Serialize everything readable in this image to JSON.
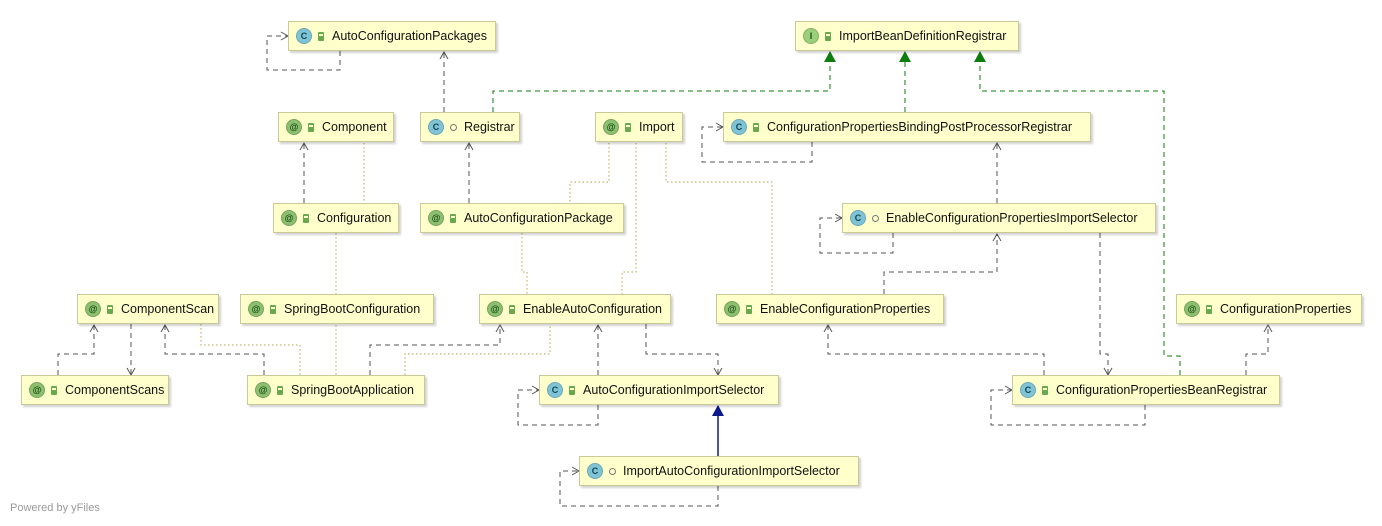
{
  "footer": "Powered by yFiles",
  "colors": {
    "edge": "#555555",
    "realization": "#2a8a2a",
    "inheritance": "#0a1a8a",
    "annotation_link": "#c8b46a",
    "node_fill": "#ffffcc"
  },
  "nodes": [
    {
      "id": "AutoConfigurationPackages",
      "label": "AutoConfigurationPackages",
      "kind": "class",
      "icon": "C",
      "modifier": "lock"
    },
    {
      "id": "ImportBeanDefinitionRegistrar",
      "label": "ImportBeanDefinitionRegistrar",
      "kind": "interface",
      "icon": "I",
      "modifier": "lock"
    },
    {
      "id": "Component",
      "label": "Component",
      "kind": "annotation",
      "icon": "@",
      "modifier": "lock"
    },
    {
      "id": "Registrar",
      "label": "Registrar",
      "kind": "class",
      "icon": "C",
      "modifier": "circ"
    },
    {
      "id": "Import",
      "label": "Import",
      "kind": "annotation",
      "icon": "@",
      "modifier": "lock"
    },
    {
      "id": "ConfigurationPropertiesBindingPostProcessorRegistrar",
      "label": "ConfigurationPropertiesBindingPostProcessorRegistrar",
      "kind": "class",
      "icon": "C",
      "modifier": "lock"
    },
    {
      "id": "Configuration",
      "label": "Configuration",
      "kind": "annotation",
      "icon": "@",
      "modifier": "lock"
    },
    {
      "id": "AutoConfigurationPackage",
      "label": "AutoConfigurationPackage",
      "kind": "annotation",
      "icon": "@",
      "modifier": "lock"
    },
    {
      "id": "EnableConfigurationPropertiesImportSelector",
      "label": "EnableConfigurationPropertiesImportSelector",
      "kind": "class",
      "icon": "C",
      "modifier": "circ"
    },
    {
      "id": "ComponentScan",
      "label": "ComponentScan",
      "kind": "annotation",
      "icon": "@",
      "modifier": "lock"
    },
    {
      "id": "SpringBootConfiguration",
      "label": "SpringBootConfiguration",
      "kind": "annotation",
      "icon": "@",
      "modifier": "lock"
    },
    {
      "id": "EnableAutoConfiguration",
      "label": "EnableAutoConfiguration",
      "kind": "annotation",
      "icon": "@",
      "modifier": "lock"
    },
    {
      "id": "EnableConfigurationProperties",
      "label": "EnableConfigurationProperties",
      "kind": "annotation",
      "icon": "@",
      "modifier": "lock"
    },
    {
      "id": "ConfigurationProperties",
      "label": "ConfigurationProperties",
      "kind": "annotation",
      "icon": "@",
      "modifier": "lock"
    },
    {
      "id": "ComponentScans",
      "label": "ComponentScans",
      "kind": "annotation",
      "icon": "@",
      "modifier": "lock"
    },
    {
      "id": "SpringBootApplication",
      "label": "SpringBootApplication",
      "kind": "annotation",
      "icon": "@",
      "modifier": "lock"
    },
    {
      "id": "AutoConfigurationImportSelector",
      "label": "AutoConfigurationImportSelector",
      "kind": "class",
      "icon": "C",
      "modifier": "lock"
    },
    {
      "id": "ConfigurationPropertiesBeanRegistrar",
      "label": "ConfigurationPropertiesBeanRegistrar",
      "kind": "class",
      "icon": "C",
      "modifier": "lock"
    },
    {
      "id": "ImportAutoConfigurationImportSelector",
      "label": "ImportAutoConfigurationImportSelector",
      "kind": "class",
      "icon": "C",
      "modifier": "circ"
    }
  ],
  "edges": [
    {
      "from": "Registrar",
      "to": "AutoConfigurationPackages",
      "type": "nested"
    },
    {
      "from": "Registrar",
      "to": "ImportBeanDefinitionRegistrar",
      "type": "realization"
    },
    {
      "from": "ConfigurationPropertiesBindingPostProcessorRegistrar",
      "to": "ImportBeanDefinitionRegistrar",
      "type": "realization"
    },
    {
      "from": "ConfigurationPropertiesBeanRegistrar",
      "to": "ImportBeanDefinitionRegistrar",
      "type": "realization"
    },
    {
      "from": "Configuration",
      "to": "Component",
      "type": "nested"
    },
    {
      "from": "AutoConfigurationPackage",
      "to": "Registrar",
      "type": "nested"
    },
    {
      "from": "EnableConfigurationPropertiesImportSelector",
      "to": "ConfigurationPropertiesBindingPostProcessorRegistrar",
      "type": "nested"
    },
    {
      "from": "EnableConfigurationProperties",
      "to": "EnableConfigurationPropertiesImportSelector",
      "type": "nested"
    },
    {
      "from": "EnableConfigurationPropertiesImportSelector",
      "to": "ConfigurationPropertiesBeanRegistrar",
      "type": "nested"
    },
    {
      "from": "ConfigurationPropertiesBeanRegistrar",
      "to": "EnableConfigurationProperties",
      "type": "nested"
    },
    {
      "from": "ConfigurationPropertiesBeanRegistrar",
      "to": "ConfigurationProperties",
      "type": "nested"
    },
    {
      "from": "ComponentScans",
      "to": "ComponentScan",
      "type": "nested"
    },
    {
      "from": "ComponentScan",
      "to": "ComponentScans",
      "type": "nested"
    },
    {
      "from": "SpringBootApplication",
      "to": "ComponentScan",
      "type": "nested"
    },
    {
      "from": "SpringBootApplication",
      "to": "EnableAutoConfiguration",
      "type": "nested"
    },
    {
      "from": "EnableAutoConfiguration",
      "to": "AutoConfigurationImportSelector",
      "type": "nested"
    },
    {
      "from": "AutoConfigurationImportSelector",
      "to": "EnableAutoConfiguration",
      "type": "nested"
    },
    {
      "from": "ImportAutoConfigurationImportSelector",
      "to": "AutoConfigurationImportSelector",
      "type": "inheritance"
    },
    {
      "from": "AutoConfigurationPackages",
      "to": "AutoConfigurationPackages",
      "type": "self"
    },
    {
      "from": "ConfigurationPropertiesBindingPostProcessorRegistrar",
      "to": "ConfigurationPropertiesBindingPostProcessorRegistrar",
      "type": "self"
    },
    {
      "from": "EnableConfigurationPropertiesImportSelector",
      "to": "EnableConfigurationPropertiesImportSelector",
      "type": "self"
    },
    {
      "from": "AutoConfigurationImportSelector",
      "to": "AutoConfigurationImportSelector",
      "type": "self"
    },
    {
      "from": "ConfigurationPropertiesBeanRegistrar",
      "to": "ConfigurationPropertiesBeanRegistrar",
      "type": "self"
    },
    {
      "from": "ImportAutoConfigurationImportSelector",
      "to": "ImportAutoConfigurationImportSelector",
      "type": "self"
    },
    {
      "from": "Configuration",
      "to": "Component",
      "type": "annotated"
    },
    {
      "from": "SpringBootConfiguration",
      "to": "Configuration",
      "type": "annotated"
    },
    {
      "from": "SpringBootApplication",
      "to": "SpringBootConfiguration",
      "type": "annotated"
    },
    {
      "from": "SpringBootApplication",
      "to": "ComponentScan",
      "type": "annotated"
    },
    {
      "from": "SpringBootApplication",
      "to": "EnableAutoConfiguration",
      "type": "annotated"
    },
    {
      "from": "EnableAutoConfiguration",
      "to": "Import",
      "type": "annotated"
    },
    {
      "from": "EnableAutoConfiguration",
      "to": "AutoConfigurationPackage",
      "type": "annotated"
    },
    {
      "from": "AutoConfigurationPackage",
      "to": "Import",
      "type": "annotated"
    },
    {
      "from": "EnableConfigurationProperties",
      "to": "Import",
      "type": "annotated"
    }
  ]
}
